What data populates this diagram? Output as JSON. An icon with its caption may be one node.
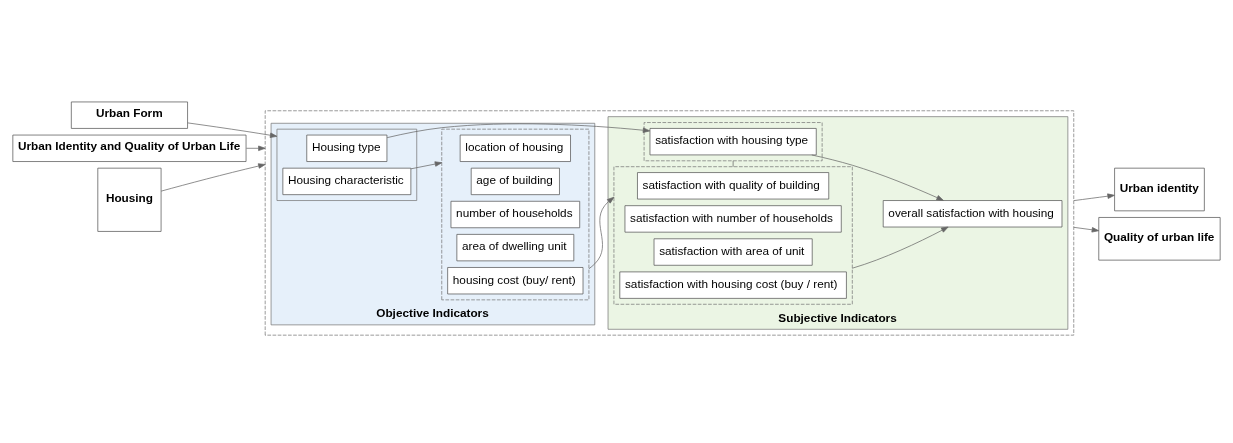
{
  "diagram": {
    "nodes": [
      {
        "text": [
          "Urban Form"
        ]
      },
      {
        "text": [
          "Urban Identity and Quality of Urban Life"
        ]
      },
      {
        "text": [
          "Housing"
        ]
      },
      {
        "text": [],
        "shape": "box"
      },
      {
        "text": [
          "Objective Indicators"
        ],
        "in": 3
      },
      {
        "text": [],
        "shape": "box",
        "in": 4
      },
      {
        "text": [
          "Housing type"
        ],
        "in": 5
      },
      {
        "text": [
          "Housing characteristic"
        ],
        "in": 5
      },
      {
        "text": [],
        "shape": "box",
        "in": 4
      },
      {
        "text": [
          "location of housing"
        ],
        "in": 8
      },
      {
        "text": [
          "age of building"
        ],
        "in": 8
      },
      {
        "text": [
          "number of households"
        ],
        "in": 8
      },
      {
        "text": [
          "area of dwelling unit"
        ],
        "in": 8
      },
      {
        "text": [
          "housing cost (buy/ rent)"
        ],
        "in": 8
      },
      {
        "text": [
          "Subjective Indicators"
        ],
        "in": 3
      },
      {
        "text": [],
        "shape": "box",
        "in": 14
      },
      {
        "text": [
          "satisfaction with housing type"
        ],
        "in": 15
      },
      {
        "text": [],
        "shape": "box",
        "in": 14
      },
      {
        "text": [
          "satisfaction with quality of building"
        ],
        "in": 17
      },
      {
        "text": [
          "satisfaction with number of households"
        ],
        "in": 17
      },
      {
        "text": [
          "satisfaction with area of unit"
        ],
        "in": 17
      },
      {
        "text": [
          "satisfaction with housing cost (buy / rent)"
        ],
        "in": 17
      },
      {
        "text": [
          "overall satisfaction with housing"
        ],
        "in": 14
      },
      {
        "text": [
          "Urban identity"
        ]
      },
      {
        "text": [
          "Quality of urban life"
        ]
      }
    ],
    "edges": [
      {
        "from": 0,
        "to": 5,
        "arrow": "to"
      },
      {
        "from": 1,
        "to": 3,
        "arrow": "to"
      },
      {
        "from": 2,
        "to": 3,
        "arrow": "to"
      },
      {
        "from": 6,
        "to": 16,
        "arrow": "to"
      },
      {
        "from": 7,
        "to": 8,
        "arrow": "to"
      },
      {
        "from": 8,
        "to": 17,
        "arrow": "to"
      },
      {
        "from": 15,
        "to": 17,
        "arrow": "none"
      },
      {
        "from": 16,
        "to": 22,
        "arrow": "to"
      },
      {
        "from": 17,
        "to": 22,
        "arrow": "to"
      },
      {
        "from": 3,
        "to": 23,
        "arrow": "to"
      },
      {
        "from": 3,
        "to": 24,
        "arrow": "to"
      }
    ]
  }
}
